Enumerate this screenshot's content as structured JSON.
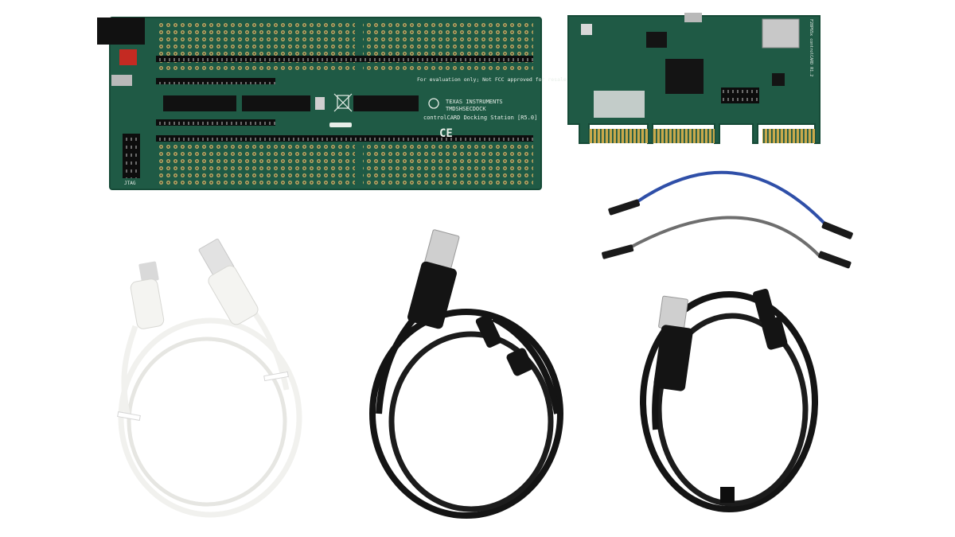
{
  "colors": {
    "background": "#ffffff",
    "pcb_green": "#1f5a45",
    "pcb_dark": "#164a37",
    "silkscreen": "#e8efe9",
    "gold_finger": "#c9a94b",
    "cable_white": "#f1f1ee",
    "cable_black": "#141414",
    "jumper_blue": "#2f4fa8",
    "jumper_grey": "#6e6e6e"
  },
  "docking_station": {
    "disclaimer": "For evaluation only; Not FCC approved for resale.",
    "brand": "TEXAS INSTRUMENTS",
    "part_number": "TMDSHSECDOCK",
    "product_name": "controlCARD Docking Station [R5.0]",
    "ce_mark": "CE",
    "jtag_label": "JTAG"
  },
  "control_card": {
    "edge_label": "F28P65x controlCARD R1.2"
  },
  "items": {
    "white_cable": "USB-A to micro-USB cable (white)",
    "black_cable_1": "USB-A to mini-USB cable (black)",
    "black_cable_2": "USB-A to mini-USB cable (black)",
    "jumper_wires": [
      "blue jumper wire",
      "grey jumper wire"
    ]
  }
}
